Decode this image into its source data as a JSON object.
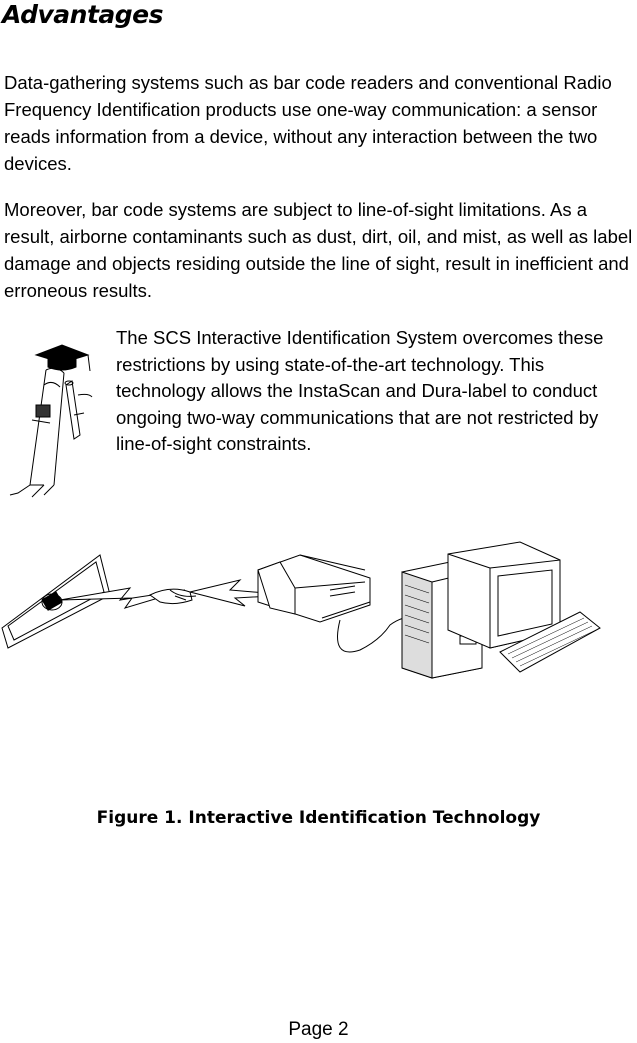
{
  "heading": "Advantages",
  "paragraphs": {
    "p1": "Data-gathering systems such as bar code readers and conventional Radio Frequency Identification products use one-way communication: a sensor reads information from a device, without any interaction between the two devices.",
    "p2": "Moreover, bar code systems are subject to line-of-sight limitations. As a result, airborne contaminants such as dust, dirt, oil, and mist, as well as label damage and objects residing outside the line of sight, result in inefficient and erroneous results.",
    "p3": "The SCS Interactive Identification System overcomes these restrictions by using state-of-the-art technology. This technology allows the InstaScan and Dura-label to conduct ongoing two-way communications that are not restricted by line-of-sight constraints."
  },
  "figure": {
    "caption": "Figure 1. Interactive Identification Technology"
  },
  "footer": {
    "page": "Page 2"
  }
}
